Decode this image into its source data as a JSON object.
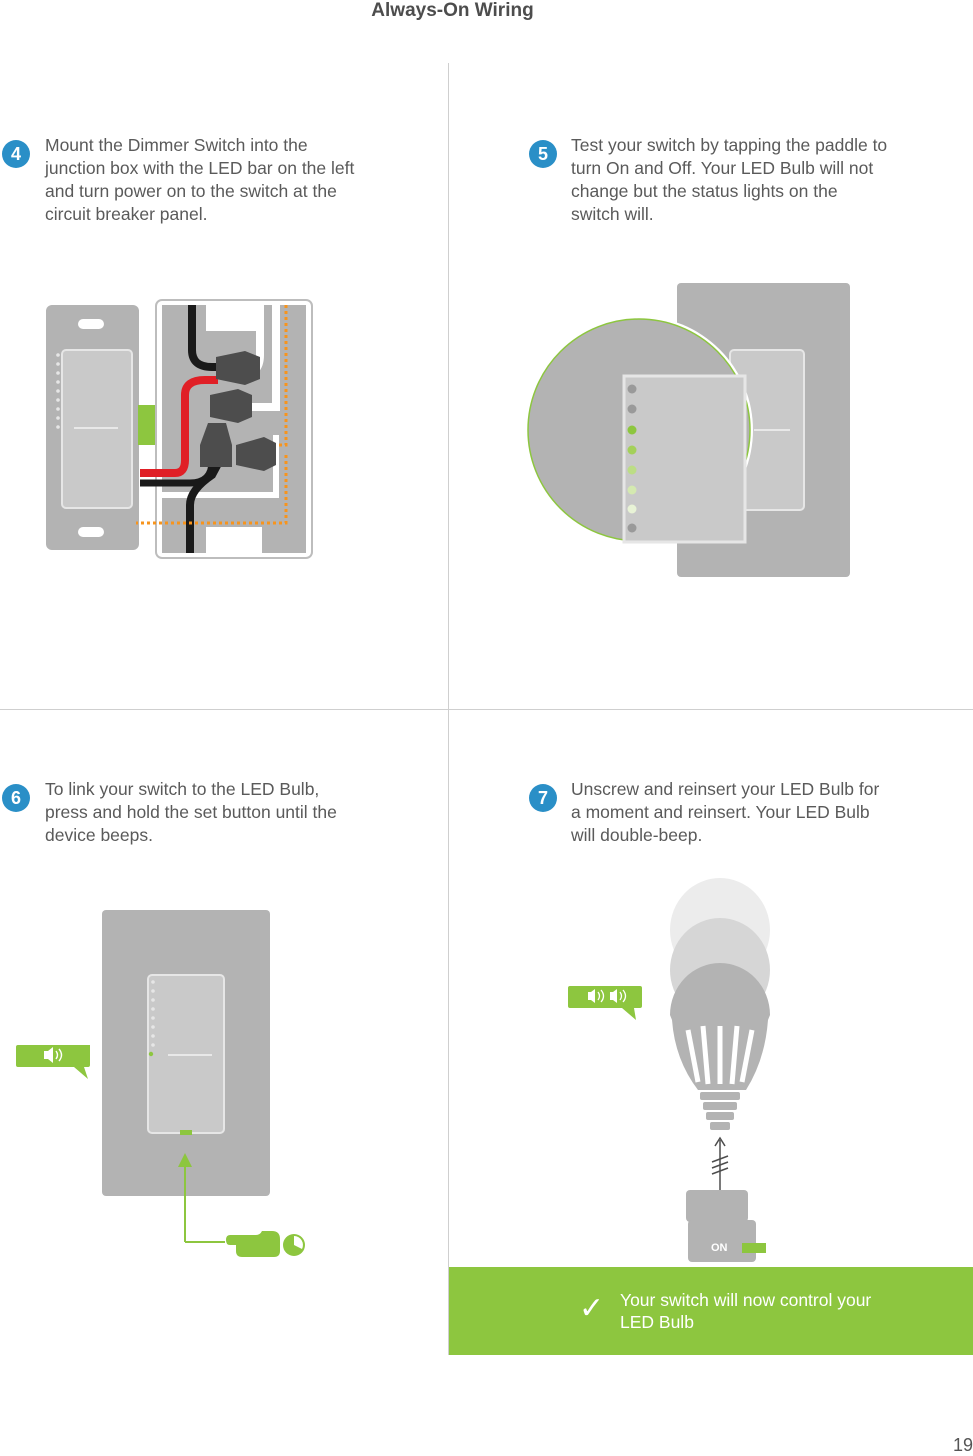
{
  "page": {
    "title": "Always-On Wiring",
    "page_number": "19"
  },
  "steps": [
    {
      "number": "4",
      "text": "Mount the Dimmer Switch into the junction box with the LED bar on the left and turn power on to the switch at the circuit breaker panel."
    },
    {
      "number": "5",
      "text": "Test your switch by tapping the paddle to turn On and Off. Your LED Bulb will not change but the status lights on the switch will."
    },
    {
      "number": "6",
      "text": "To link your switch to the LED Bulb, press and hold the set button until the device beeps."
    },
    {
      "number": "7",
      "text": "Unscrew and reinsert your LED Bulb for a moment and reinsert. Your LED Bulb will double-beep."
    }
  ],
  "plug_label": "ON",
  "result": {
    "text": "Your switch will now control your LED Bulb"
  },
  "colors": {
    "accent_green": "#8dc63f",
    "badge_blue": "#2a8fc7",
    "switch_gray": "#b3b3b3"
  },
  "icons": [
    "dimmer-switch-illustration",
    "wiring-illustration",
    "arrow-right-icon",
    "status-led-icon",
    "speaker-beep-icon",
    "hand-pointer-icon",
    "timer-icon",
    "led-bulb-illustration",
    "smart-plug-icon",
    "checkmark-icon"
  ]
}
